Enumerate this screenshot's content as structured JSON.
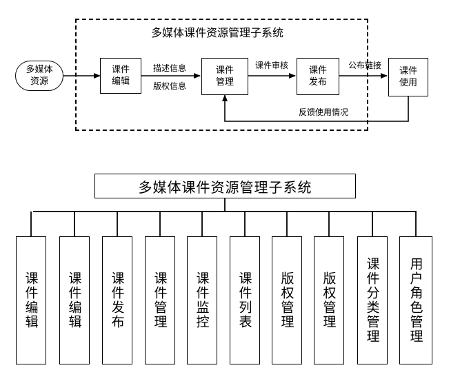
{
  "flow": {
    "title": "多媒体课件资源管理子系统",
    "source": "多媒体\n资源",
    "edit": "课件\n编辑",
    "manage": "课件\n管理",
    "publish": "课件\n发布",
    "use": "课件\n使用",
    "label_desc": "描述信息",
    "label_copyright": "版权信息",
    "label_review": "课件审核",
    "label_link": "公布链接",
    "label_feedback": "反馈使用情况"
  },
  "tree": {
    "root": "多媒体课件资源管理子系统",
    "children": [
      "课件编辑",
      "课件编辑",
      "课件发布",
      "课件管理",
      "课件监控",
      "课件列表",
      "版权管理",
      "版权管理",
      "课件分类管理",
      "用户角色管理"
    ]
  }
}
